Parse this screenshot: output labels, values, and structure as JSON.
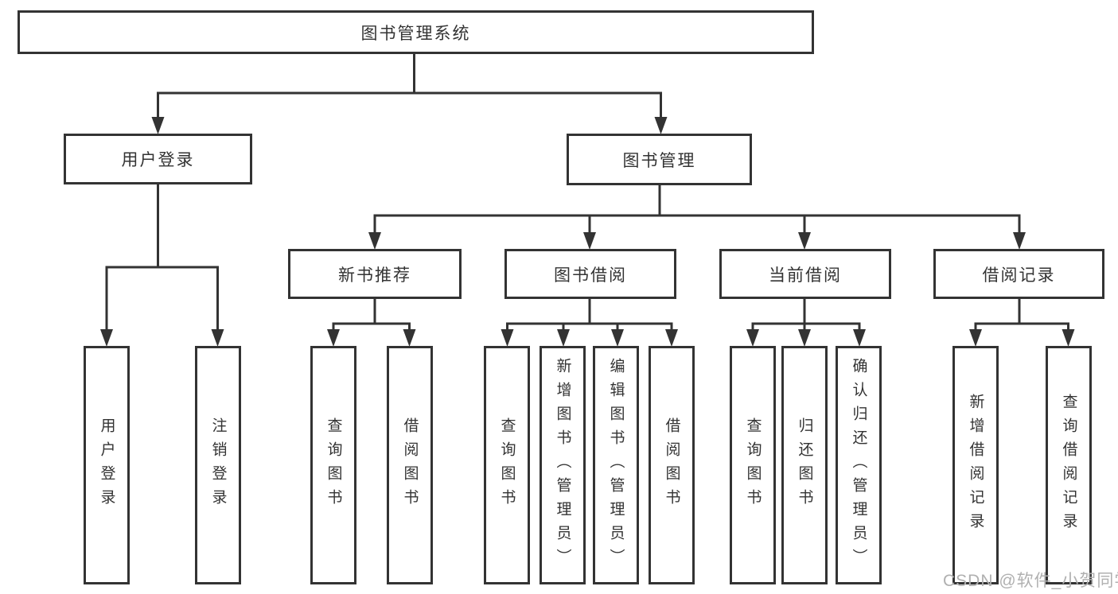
{
  "diagram": {
    "root": {
      "label": "图书管理系统",
      "children": [
        {
          "label": "用户登录",
          "children": [
            {
              "label": "用户登录"
            },
            {
              "label": "注销登录"
            }
          ]
        },
        {
          "label": "图书管理",
          "children": [
            {
              "label": "新书推荐",
              "children": [
                {
                  "label": "查询图书"
                },
                {
                  "label": "借阅图书"
                }
              ]
            },
            {
              "label": "图书借阅",
              "children": [
                {
                  "label": "查询图书"
                },
                {
                  "label": "新增图书（管理员）"
                },
                {
                  "label": "编辑图书（管理员）"
                },
                {
                  "label": "借阅图书"
                }
              ]
            },
            {
              "label": "当前借阅",
              "children": [
                {
                  "label": "查询图书"
                },
                {
                  "label": "归还图书"
                },
                {
                  "label": "确认归还（管理员）"
                }
              ]
            },
            {
              "label": "借阅记录",
              "children": [
                {
                  "label": "新增借阅记录"
                },
                {
                  "label": "查询借阅记录"
                }
              ]
            }
          ]
        }
      ]
    }
  },
  "watermark": "CSDN @软件_小贺同学",
  "colors": {
    "line": "#333333",
    "box_border": "#333333",
    "text": "#333333",
    "watermark": "#b0b0b0",
    "background": "#ffffff"
  }
}
